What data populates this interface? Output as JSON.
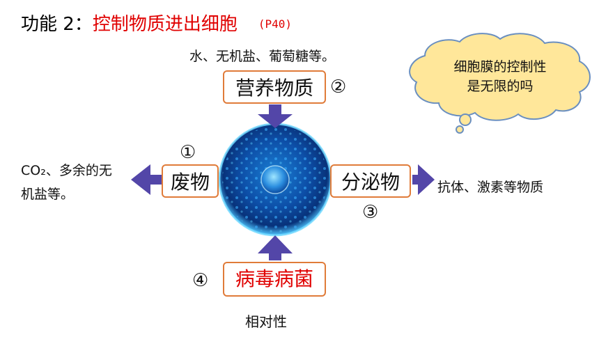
{
  "header": {
    "prefix": "功能 2：",
    "title": "控制物质进出细胞",
    "page_ref": "(P40)"
  },
  "nodes": {
    "nutrients": {
      "label": "营养物质",
      "number": "②",
      "note": "水、无机盐、葡萄糖等。"
    },
    "waste": {
      "label": "废物",
      "number": "①",
      "note_line1": "CO₂、多余的无",
      "note_line2": "机盐等。"
    },
    "secretion": {
      "label": "分泌物",
      "number": "③",
      "note": "抗体、激素等物质"
    },
    "pathogen": {
      "label": "病毒病菌",
      "number": "④",
      "note": "相对性"
    }
  },
  "callout": {
    "line1": "细胞膜的控制性",
    "line2": "是无限的吗"
  },
  "colors": {
    "arrow": "#5346a8",
    "box_border": "#e07b39",
    "cloud_fill": "#ffe79a",
    "cloud_stroke": "#6a8fc0",
    "highlight": "#e00000"
  }
}
